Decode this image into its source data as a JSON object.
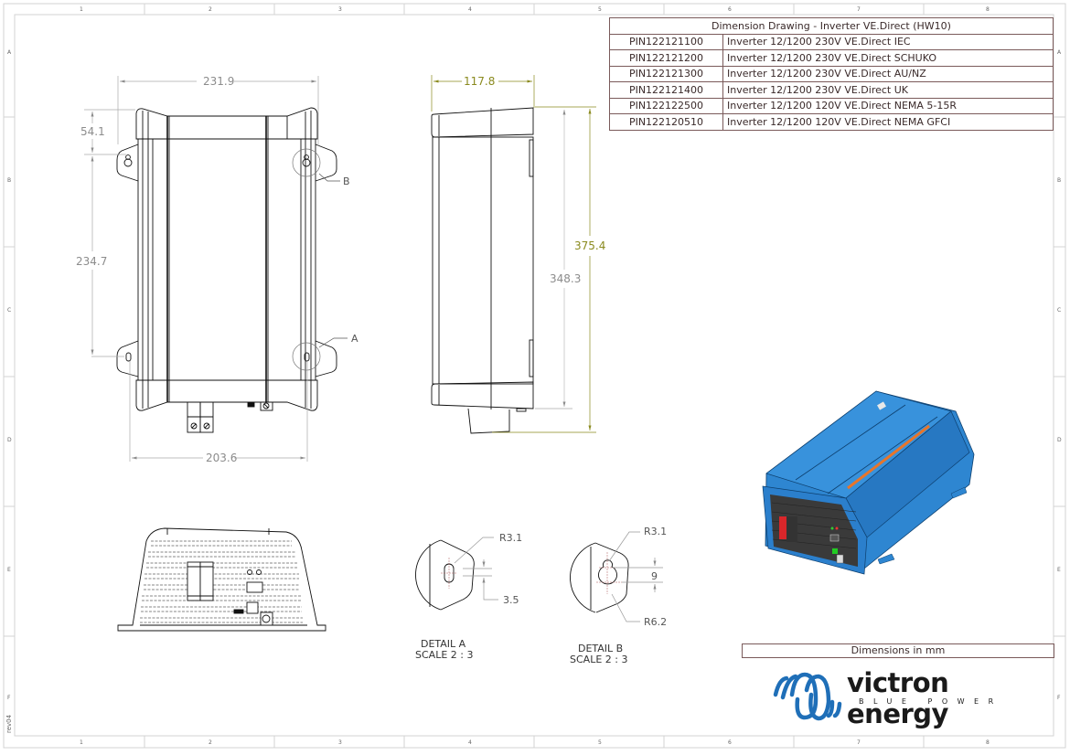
{
  "title_block": {
    "header": "Dimension Drawing - Inverter VE.Direct (HW10)",
    "rows": [
      {
        "pin": "PIN122121100",
        "description": "Inverter 12/1200 230V VE.Direct IEC"
      },
      {
        "pin": "PIN122121200",
        "description": "Inverter 12/1200 230V VE.Direct SCHUKO"
      },
      {
        "pin": "PIN122121300",
        "description": "Inverter 12/1200 230V VE.Direct AU/NZ"
      },
      {
        "pin": "PIN122121400",
        "description": "Inverter 12/1200 230V VE.Direct UK"
      },
      {
        "pin": "PIN122122500",
        "description": "Inverter 12/1200 120V VE.Direct NEMA 5-15R"
      },
      {
        "pin": "PIN122120510",
        "description": "Inverter 12/1200 120V VE.Direct NEMA GFCI"
      }
    ]
  },
  "frame": {
    "columns": [
      "1",
      "2",
      "3",
      "4",
      "5",
      "6",
      "7",
      "8"
    ],
    "rows": [
      "A",
      "B",
      "C",
      "D",
      "E",
      "F"
    ],
    "revision": "rev04"
  },
  "front_view": {
    "width_overall": "231.9",
    "top_to_hole": "54.1",
    "hole_spacing": "234.7",
    "hole_width": "203.6",
    "callout_a": "A",
    "callout_b": "B"
  },
  "side_view": {
    "depth": "117.8",
    "height_body": "348.3",
    "height_overall": "375.4"
  },
  "detail_a": {
    "radius": "R3.1",
    "slot_width": "3.5",
    "title": "DETAIL A",
    "scale": "SCALE 2 : 3"
  },
  "detail_b": {
    "radius_small": "R3.1",
    "radius_large": "R6.2",
    "center_distance": "9",
    "title": "DETAIL B",
    "scale": "SCALE 2 : 3"
  },
  "footer": {
    "units_note": "Dimensions in mm",
    "brand": "victron energy",
    "tagline": "BLUE POWER"
  },
  "colors": {
    "frame": "#d0d0d0",
    "outline": "#111111",
    "dimension": "#8c8c8c",
    "dimension_olive": "#8a8a1e",
    "table_border": "#7a5a5a",
    "brand_blue": "#1f6fb8",
    "product_blue": "#2e86d1",
    "accent_orange": "#e8752a",
    "terminal_red": "#d9262a"
  }
}
